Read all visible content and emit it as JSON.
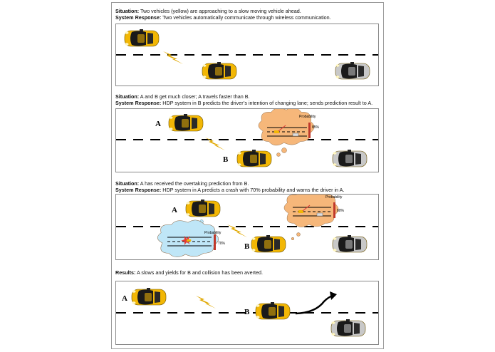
{
  "scenes": [
    {
      "situation_label": "Situation:",
      "situation_text": " Two vehicles (yellow) are approaching to a slow moving vehicle ahead.",
      "response_label": "System Response:",
      "response_text": " Two vehicles automatically communicate through wireless communication."
    },
    {
      "situation_label": "Situation:",
      "situation_text": "  A and B get much closer; A travels faster than B.",
      "response_label": "System Response:",
      "response_text": " HDP system in B predicts the driver’s intention of changing lane; sends prediction result to A.",
      "label_a": "A",
      "label_b": "B",
      "cloud_title": "Probability",
      "cloud_value": "85%"
    },
    {
      "situation_label": "Situation:",
      "situation_text": " A has received the overtaking prediction from B.",
      "response_label": "System Response:",
      "response_text": " HDP system in A predicts a crash with 70% probability and warns the driver in A.",
      "label_a": "A",
      "label_b": "B",
      "cloud_b_title": "Probability",
      "cloud_b_value": "80%",
      "cloud_a_title": "Probability",
      "cloud_a_value": "70%"
    },
    {
      "situation_label": "Results:",
      "situation_text": " A slows and yields for B and collision has been averted.",
      "label_a": "A",
      "label_b": "B"
    }
  ],
  "colors": {
    "car_yellow": "#f2b705",
    "car_grey": "#c8c8c8",
    "lightning": "#e0a800",
    "thought_cloud": "#f6b77a",
    "warning_cloud": "#bfe6f7"
  }
}
